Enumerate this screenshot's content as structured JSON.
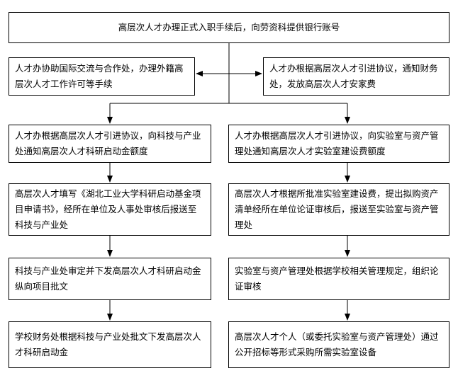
{
  "flowchart": {
    "top": "高层次人才办理正式入职手续后，向劳资科提供银行账号",
    "left_branch": "人才办协助国际交流与合作处，办理外籍高层次人才工作许可等手续",
    "right_branch": "人才办根据高层次人才引进协议，通知财务处，发放高层次人才安家费",
    "left_steps": [
      "人才办根据高层次人才引进协议，向科技与产业处通知高层次人才科研启动金额度",
      "高层次人才填写《湖北工业大学科研启动基金项目申请书》，经所在单位及人事处审核后报送至科技与产业处",
      "科技与产业处审定并下发高层次人才科研启动金纵向项目批文",
      "学校财务处根据科技与产业处批文下发高层次人才科研启动金"
    ],
    "right_steps": [
      "人才办根据高层次人才引进协议，向实验室与资产管理处通知高层次人才实验室建设费额度",
      "高层次人才根据所批准实验室建设费，提出拟购资产清单经所在单位论证审核后，报送至实验室与资产管理处",
      "实验室与资产管理处根据学校相关管理规定，组织论证审核",
      "高层次人才个人（或委托实验室与资产管理处）通过公开招标等形式采购所需实验室设备"
    ]
  }
}
